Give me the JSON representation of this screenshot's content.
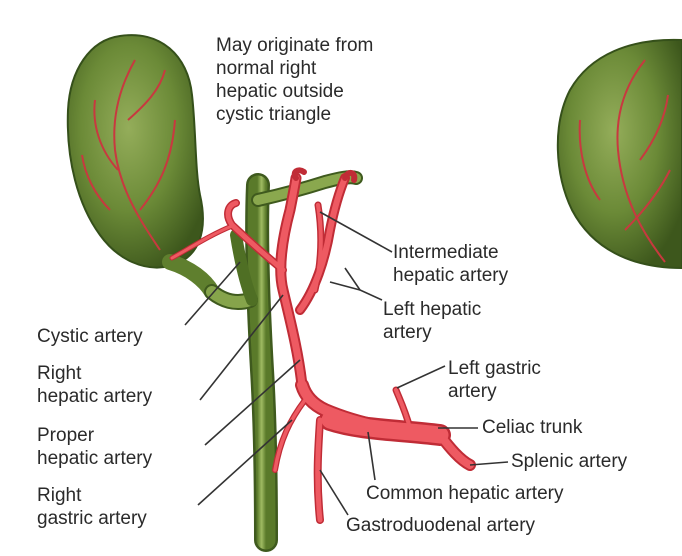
{
  "labels": {
    "note": [
      "May originate from",
      "normal right",
      "hepatic outside",
      "cystic triangle"
    ],
    "intermediate": [
      "Intermediate",
      "hepatic artery"
    ],
    "left_hepatic": [
      "Left hepatic",
      "artery"
    ],
    "cystic": [
      "Cystic artery"
    ],
    "right_hepatic": [
      "Right",
      "hepatic artery"
    ],
    "proper_hepatic": [
      "Proper",
      "hepatic artery"
    ],
    "right_gastric": [
      "Right",
      "gastric artery"
    ],
    "left_gastric": [
      "Left gastric",
      "artery"
    ],
    "celiac": [
      "Celiac trunk"
    ],
    "splenic": [
      "Splenic artery"
    ],
    "common_hepatic": [
      "Common hepatic artery"
    ],
    "gastroduodenal": [
      "Gastroduodenal artery"
    ]
  },
  "colors": {
    "gallbladder": "#6f8f3a",
    "gallbladder_dark": "#3f5a1e",
    "duct": "#7d9a44",
    "artery": "#e8464f",
    "artery_light": "#f37f86",
    "leader": "#333333",
    "text": "#2a2a2a"
  }
}
